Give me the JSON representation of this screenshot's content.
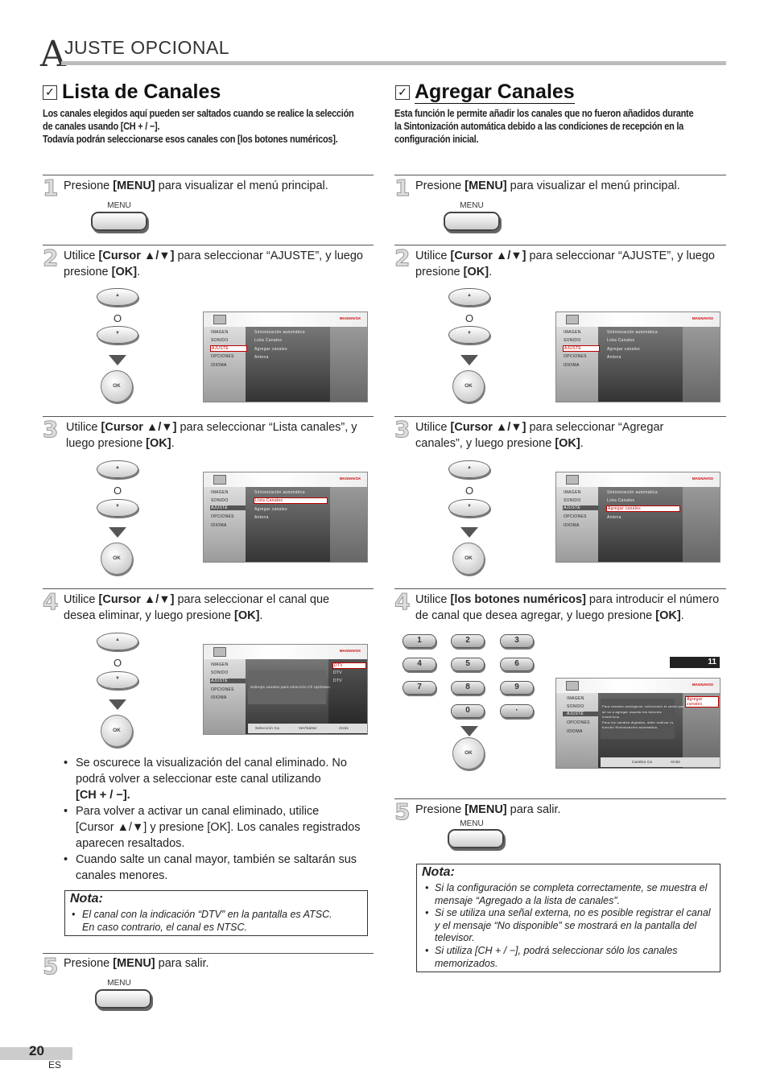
{
  "header": {
    "initial": "A",
    "title": "JUSTE  OPCIONAL"
  },
  "left": {
    "title": "Lista de Canales",
    "intro": [
      "Los canales elegidos aquí pueden ser saltados cuando se realice la selección",
      "de canales usando [CH + / −].",
      "Todavía podrán seleccionarse esos canales con [los botones numéricos]."
    ],
    "s1": {
      "n": "1",
      "a": "Presione ",
      "b": "[MENU]",
      "c": " para visualizar el menú principal."
    },
    "s2": {
      "n": "2",
      "a": "Utilice ",
      "b": "[Cursor ▲/▼]",
      "c": " para seleccionar “AJUSTE”, y luego",
      "d": "presione ",
      "e": "[OK]",
      "f": "."
    },
    "s3": {
      "n": "3",
      "a": "Utilice ",
      "b": "[Cursor ▲/▼]",
      "c": " para seleccionar “Lista canales”, y",
      "d": "luego presione ",
      "e": "[OK]",
      "f": "."
    },
    "s4": {
      "n": "4",
      "a": "Utilice ",
      "b": "[Cursor ▲/▼]",
      "c": " para seleccionar el canal que",
      "d": "desea eliminar, y luego presione ",
      "e": "[OK]",
      "f": "."
    },
    "bullets": [
      "Se oscurece la visualización del canal eliminado. No",
      "podrá volver a seleccionar este canal utilizando",
      "[CH + / −].",
      "Para volver a activar un canal eliminado, utilice",
      "[Cursor ▲/▼] y presione [OK]. Los canales registrados",
      "aparecen resaltados.",
      "Cuando salte un canal mayor, también se saltarán sus",
      "canales menores."
    ],
    "nota": {
      "title": "Nota:",
      "l1": "El canal con la indicación “DTV” en la pantalla es ATSC.",
      "l2": "En caso contrario, el canal es NTSC."
    },
    "s5": {
      "n": "5",
      "a": "Presione ",
      "b": "[MENU]",
      "c": " para salir."
    }
  },
  "right": {
    "title": "Agregar Canales",
    "intro": [
      "Esta función le permite añadir los canales que no fueron añadidos durante",
      "la Sintonización automática debido a las condiciones de recepción en la",
      "configuración inicial."
    ],
    "s1": {
      "n": "1",
      "a": "Presione ",
      "b": "[MENU]",
      "c": " para visualizar el menú principal."
    },
    "s2": {
      "n": "2",
      "a": "Utilice ",
      "b": "[Cursor ▲/▼]",
      "c": " para seleccionar “AJUSTE”, y luego",
      "d": "presione ",
      "e": "[OK]",
      "f": "."
    },
    "s3": {
      "n": "3",
      "a": "Utilice ",
      "b": "[Cursor ▲/▼]",
      "c": " para seleccionar “Agregar",
      "d": "canales”, y luego presione ",
      "e": "[OK]",
      "f": "."
    },
    "s4": {
      "n": "4",
      "a": "Utilice ",
      "b": "[los botones numéricos]",
      "c": " para introducir el número",
      "d": "de canal que desea agregar, y luego presione ",
      "e": "[OK]",
      "f": "."
    },
    "s5": {
      "n": "5",
      "a": "Presione ",
      "b": "[MENU]",
      "c": " para salir."
    },
    "nota": {
      "title": "Nota:",
      "items": [
        "Si la configuración se completa correctamente, se muestra el",
        "mensaje “Agregado a la lista de canales”.",
        "Si se utiliza una señal externa, no es posible registrar el canal",
        "y el mensaje “No disponible” se mostrará en la pantalla del",
        "televisor.",
        "Si utiliza [CH + / −], podrá seleccionar sólo los canales",
        "memorizados."
      ]
    },
    "keys": [
      "1",
      "2",
      "3",
      "4",
      "5",
      "6",
      "7",
      "8",
      "9",
      "0",
      "·"
    ],
    "channel": "11"
  },
  "remote": {
    "menu": "MENU",
    "ok": "OK",
    "or": "O"
  },
  "screen": {
    "logo": "MAGNAVOX",
    "menu": [
      "IMAGEN",
      "SONIDO",
      "AJUSTE",
      "OPCIONES",
      "IDIOMA"
    ],
    "sub": [
      "Sintonización automática",
      "Lista Canales",
      "Agregar canales",
      "Antena"
    ],
    "skip_msg": "Sobreps canales para selección Ch Up/Down.",
    "dtv": "DTV",
    "foot": [
      "Selección Ca",
      "Ver/Saltar",
      "Atrás"
    ],
    "add_lbl": "Agregar canales",
    "add_msg": [
      "Para canales analógicos, seleccione el canal que",
      "se va a agregar usando los botones",
      "numéricos.",
      "Para los canales digitales, debe realizar la",
      "función Sintonización automática."
    ],
    "add_foot": [
      "Cambia Ca",
      "Atrás"
    ]
  },
  "page": {
    "number": "20",
    "lang": "ES"
  }
}
